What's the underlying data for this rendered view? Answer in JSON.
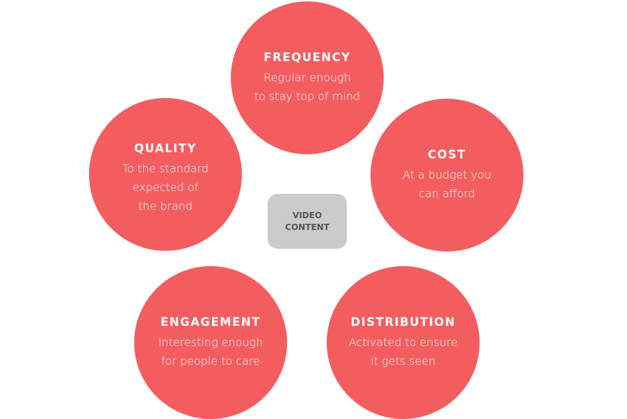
{
  "center": {
    "line1": "VIDEO",
    "line2": "CONTENT"
  },
  "accent_color": "#f45d5f",
  "nodes": {
    "frequency": {
      "title": "FREQUENCY",
      "lines": [
        "Regular enough",
        "to stay top of mind"
      ]
    },
    "quality": {
      "title": "QUALITY",
      "lines": [
        "To the standard",
        "expected of",
        "the brand"
      ]
    },
    "cost": {
      "title": "COST",
      "lines": [
        "At a budget you",
        "can afford"
      ]
    },
    "engagement": {
      "title": "ENGAGEMENT",
      "lines": [
        "Interesting enough",
        "for people to care"
      ]
    },
    "distribution": {
      "title": "DISTRIBUTION",
      "lines": [
        "Activated to ensure",
        "it gets seen"
      ]
    }
  }
}
